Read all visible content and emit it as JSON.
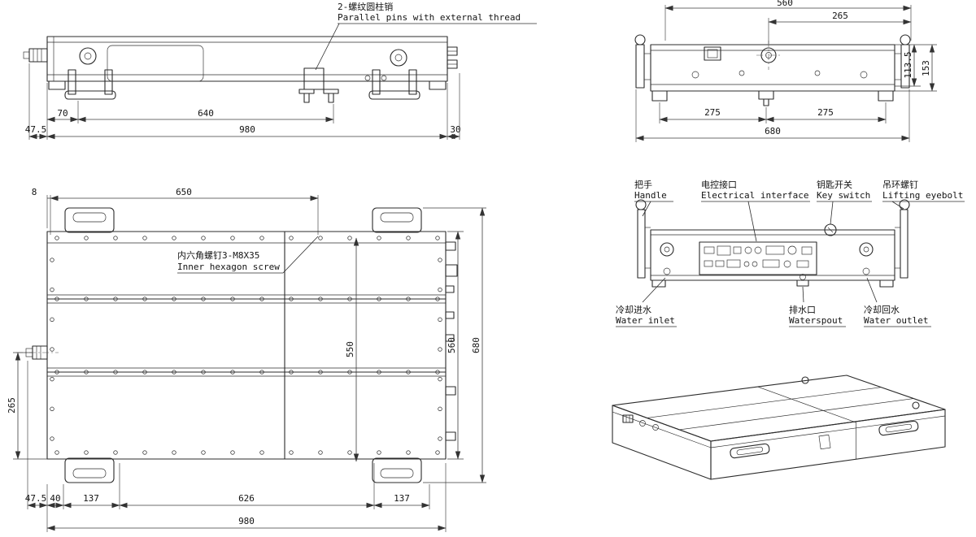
{
  "front_view": {
    "annotation": {
      "cn": "2-螺纹圆柱销",
      "en": "Parallel pins with external thread"
    },
    "dims": {
      "d70": "70",
      "d640": "640",
      "d980": "980",
      "d47_5": "47.5",
      "d30": "30"
    }
  },
  "side_view": {
    "dims": {
      "d560": "560",
      "d265": "265",
      "d113_5": "113.5",
      "d153": "153",
      "d275a": "275",
      "d275b": "275",
      "d680": "680"
    }
  },
  "top_view": {
    "annotation": {
      "cn": "内六角螺钉3-M8X35",
      "en": "Inner hexagon screw"
    },
    "dims": {
      "d8": "8",
      "d650": "650",
      "d550": "550",
      "d560": "560",
      "d680": "680",
      "d265": "265",
      "d47_5": "47.5",
      "d40": "40",
      "d137a": "137",
      "d626": "626",
      "d137b": "137",
      "d980": "980"
    }
  },
  "rear_view": {
    "labels": {
      "handle": {
        "cn": "把手",
        "en": "Handle"
      },
      "electrical": {
        "cn": "电控接口",
        "en": "Electrical interface"
      },
      "key_switch": {
        "cn": "钥匙开关",
        "en": "Key switch"
      },
      "eyebolt": {
        "cn": "吊环螺钉",
        "en": "Lifting eyebolt"
      },
      "water_inlet": {
        "cn": "冷却进水",
        "en": "Water inlet"
      },
      "waterspout": {
        "cn": "排水口",
        "en": "Waterspout"
      },
      "water_outlet": {
        "cn": "冷却回水",
        "en": "Water outlet"
      }
    }
  }
}
